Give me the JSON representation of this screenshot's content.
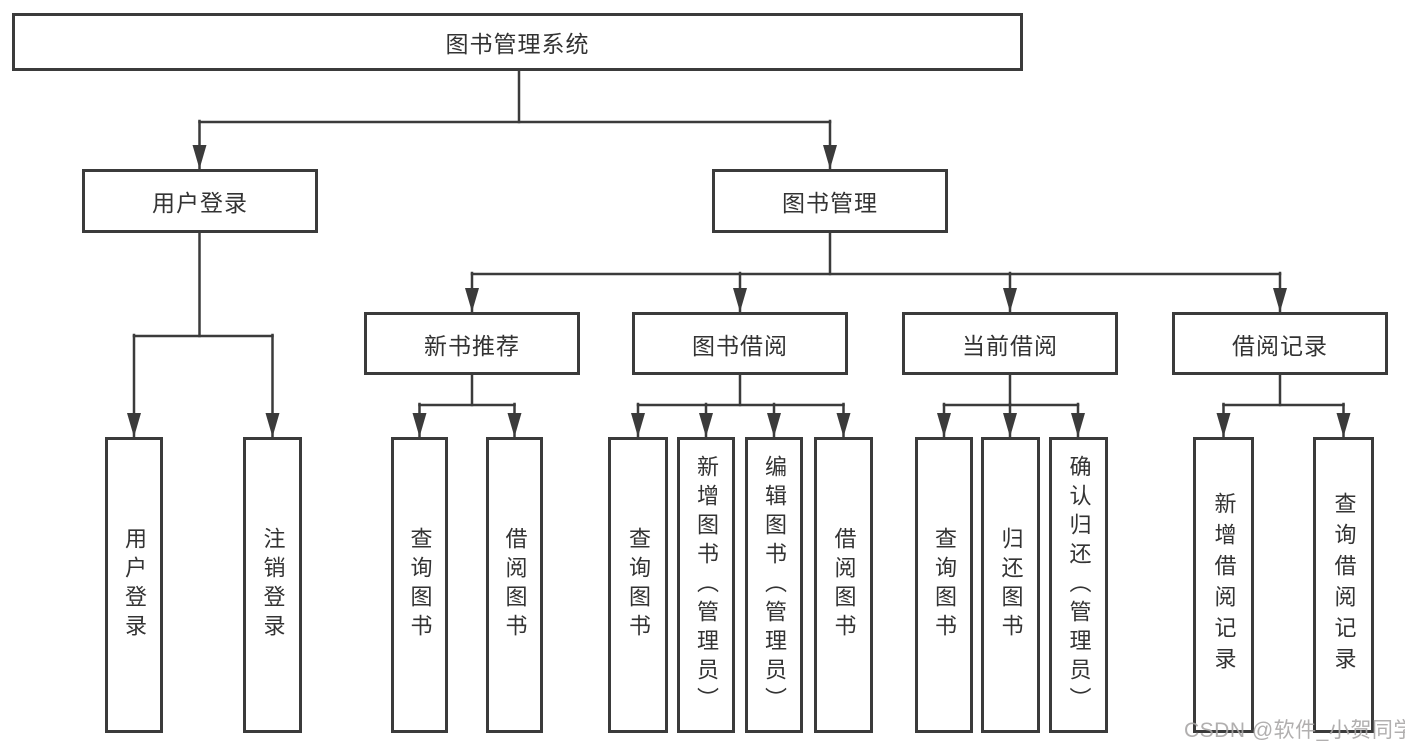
{
  "tree": {
    "root": {
      "label": "图书管理系统"
    },
    "level2": [
      {
        "label": "用户登录",
        "children": [
          {
            "label": "用户登录"
          },
          {
            "label": "注销登录"
          }
        ]
      },
      {
        "label": "图书管理",
        "children": [
          {
            "label": "新书推荐",
            "children": [
              {
                "label": "查询图书"
              },
              {
                "label": "借阅图书"
              }
            ]
          },
          {
            "label": "图书借阅",
            "children": [
              {
                "label": "查询图书"
              },
              {
                "label": "新增图书（管理员）"
              },
              {
                "label": "编辑图书（管理员）"
              },
              {
                "label": "借阅图书"
              }
            ]
          },
          {
            "label": "当前借阅",
            "children": [
              {
                "label": "查询图书"
              },
              {
                "label": "归还图书"
              },
              {
                "label": "确认归还（管理员）"
              }
            ]
          },
          {
            "label": "借阅记录",
            "children": [
              {
                "label": "新增借阅记录"
              },
              {
                "label": "查询借阅记录"
              }
            ]
          }
        ]
      }
    ]
  },
  "watermark": {
    "text": "CSDN @软件_小贺同学"
  },
  "colors": {
    "line": "#3b3b3b",
    "box_border": "#3b3b3b",
    "text": "#333333",
    "watermark": "#a8a6a6",
    "background": "#ffffff"
  }
}
